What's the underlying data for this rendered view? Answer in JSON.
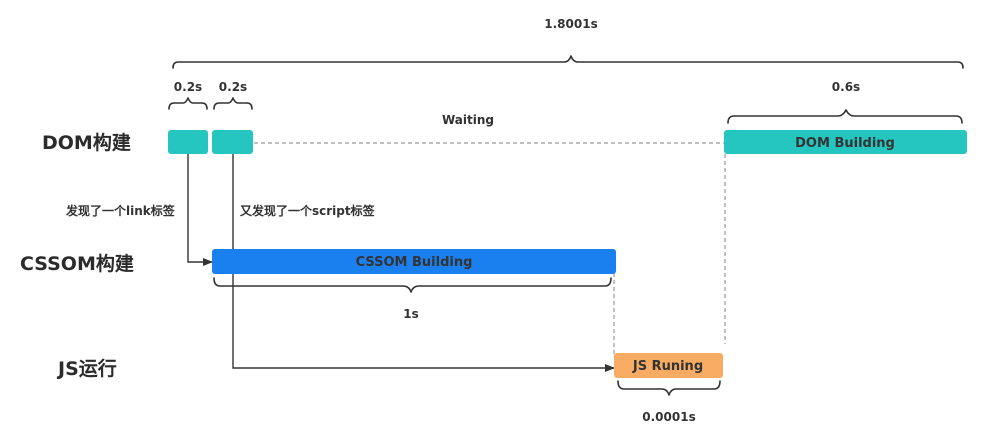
{
  "rows": {
    "dom": "DOM构建",
    "cssom": "CSSOM构建",
    "js": "JS运行"
  },
  "durations": {
    "total": "1.8001s",
    "dom_first": "0.2s",
    "dom_second": "0.2s",
    "dom_building": "0.6s",
    "cssom": "1s",
    "js": "0.0001s"
  },
  "bars": {
    "waiting": "Waiting",
    "dom_building": "DOM Building",
    "cssom_building": "CSSOM Building",
    "js_running": "JS Runing"
  },
  "events": {
    "found_link": "发现了一个link标签",
    "found_script": "又发现了一个script标签"
  },
  "colors": {
    "dom": "#26c6c0",
    "cssom": "#1a80f0",
    "js": "#f7ab63",
    "line": "#333333",
    "dashed": "#9a9a9a"
  }
}
